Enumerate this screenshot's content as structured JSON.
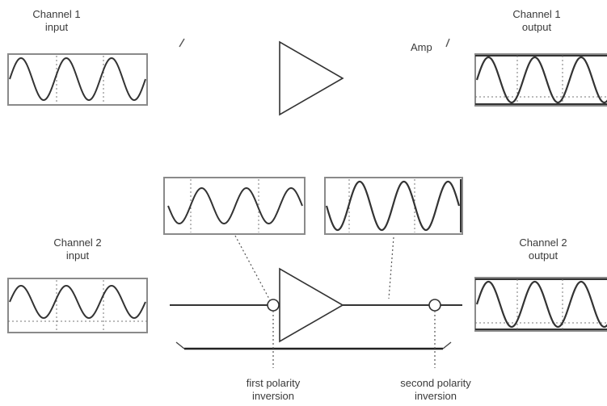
{
  "labels": {
    "channel1_input": [
      "Channel 1",
      "input"
    ],
    "channel1_output": [
      "Channel 1",
      "output"
    ],
    "amp": "Amp",
    "channel2_input": [
      "Channel 2",
      "input"
    ],
    "channel2_output": [
      "Channel 2",
      "output"
    ],
    "first_inversion": [
      "first polarity",
      "inversion"
    ],
    "second_inversion": [
      "second polarity",
      "inversion"
    ]
  },
  "waveforms": {
    "channel1_input": {
      "cycles": 3,
      "amplitude": 0.35,
      "polarity": "normal"
    },
    "channel1_output": {
      "cycles": 3,
      "amplitude": 1.0,
      "polarity": "normal"
    },
    "channel2_input": {
      "cycles": 3,
      "amplitude": 0.35,
      "polarity": "normal"
    },
    "first_inversion_probe": {
      "cycles": 3,
      "amplitude": 0.35,
      "polarity": "inverted"
    },
    "amp_output_probe": {
      "cycles": 3,
      "amplitude": 1.0,
      "polarity": "inverted"
    },
    "channel2_output": {
      "cycles": 3,
      "amplitude": 1.0,
      "polarity": "normal"
    }
  },
  "colors": {
    "line": "#333333",
    "frame": "#8a8a8a",
    "grid": "#777777",
    "text": "#3a3a3a"
  }
}
